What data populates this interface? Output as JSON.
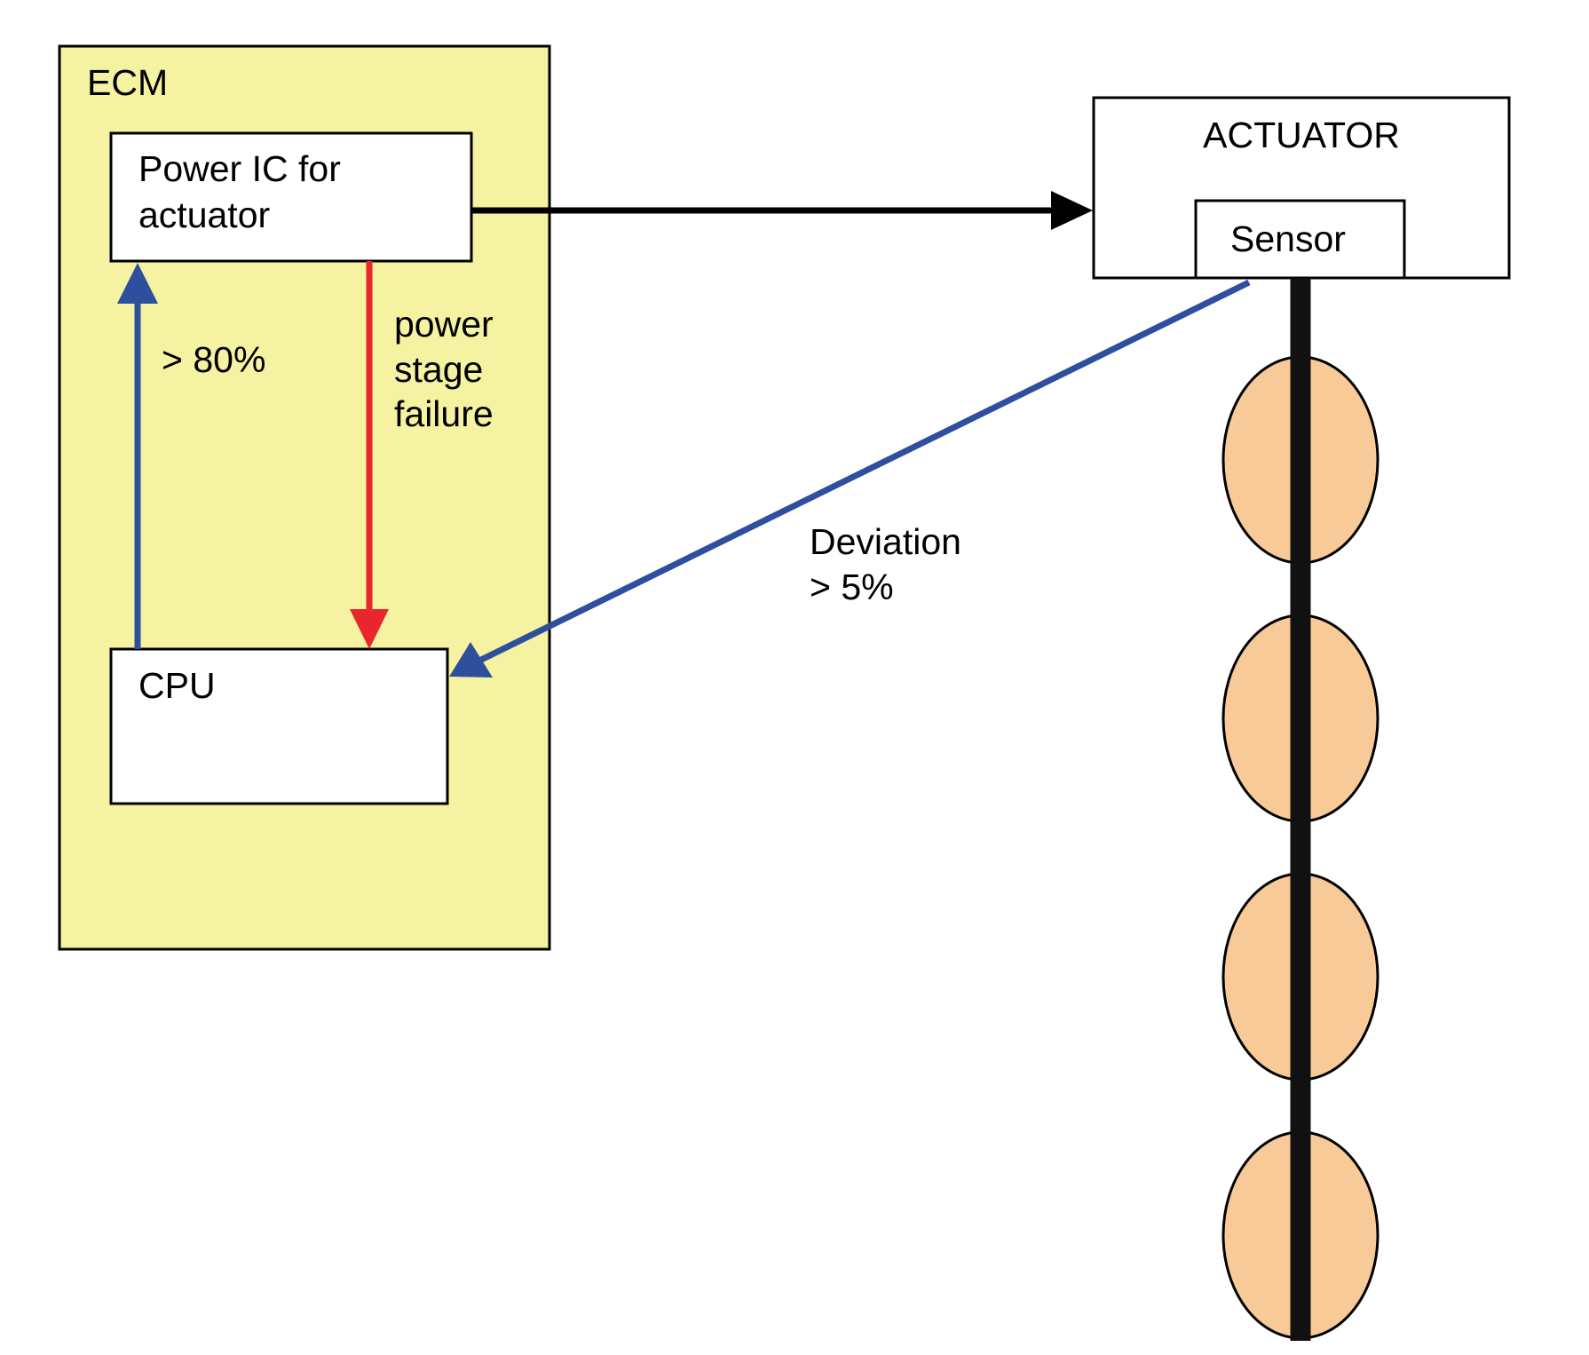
{
  "ecm": {
    "label": "ECM",
    "fill": "#f5f2a2"
  },
  "power_ic": {
    "line1": "Power IC for",
    "line2": "actuator"
  },
  "cpu": {
    "label": "CPU"
  },
  "actuator": {
    "label": "ACTUATOR",
    "sensor_label": "Sensor"
  },
  "arrows": {
    "power_stage_failure": {
      "line1": "power",
      "line2": "stage",
      "line3": "failure",
      "color": "#e8262b"
    },
    "duty_threshold": {
      "label": "> 80%",
      "color": "#2e4f9e"
    },
    "deviation": {
      "line1": "Deviation",
      "line2": "> 5%",
      "color": "#2e4f9e"
    }
  },
  "shaft": {
    "element_count": 4,
    "element_fill": "#f7ca98"
  }
}
